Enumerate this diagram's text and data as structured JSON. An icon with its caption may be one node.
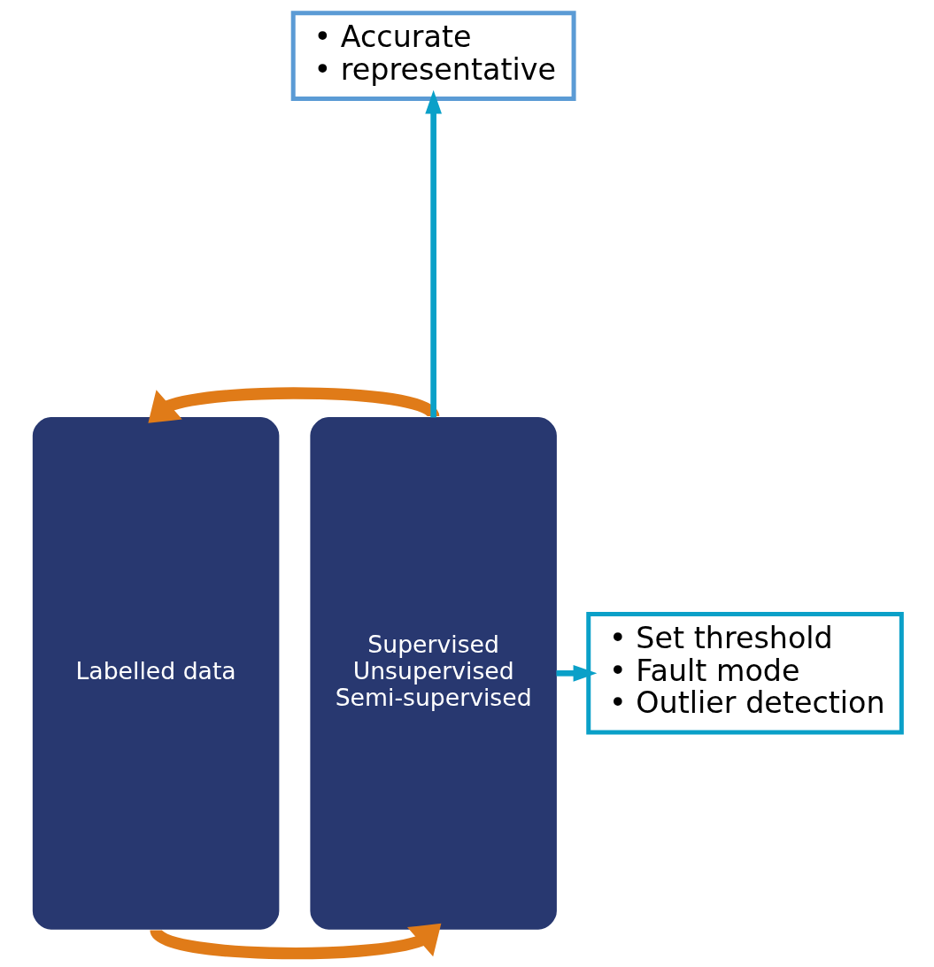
{
  "diagram": {
    "nodes": [
      {
        "text": [
          "• Accurate",
          "• representative"
        ]
      },
      {
        "text": [
          "Labelled data"
        ]
      },
      {
        "text": [
          "Supervised",
          "Unsupervised",
          "Semi-supervised"
        ]
      },
      {
        "text": [
          "• Set threshold",
          "• Fault mode",
          "• Outlier detection"
        ]
      }
    ],
    "edges": [
      {
        "from": 1,
        "to": 2,
        "arrow": "to",
        "style": "thick",
        "color": "#e07b18"
      },
      {
        "from": 2,
        "to": 1,
        "arrow": "to",
        "style": "thick",
        "color": "#e07b18"
      },
      {
        "from": 2,
        "to": 0,
        "arrow": "to",
        "color": "#0aa0c8"
      },
      {
        "from": 2,
        "to": 3,
        "arrow": "to",
        "color": "#0aa0c8"
      }
    ]
  }
}
